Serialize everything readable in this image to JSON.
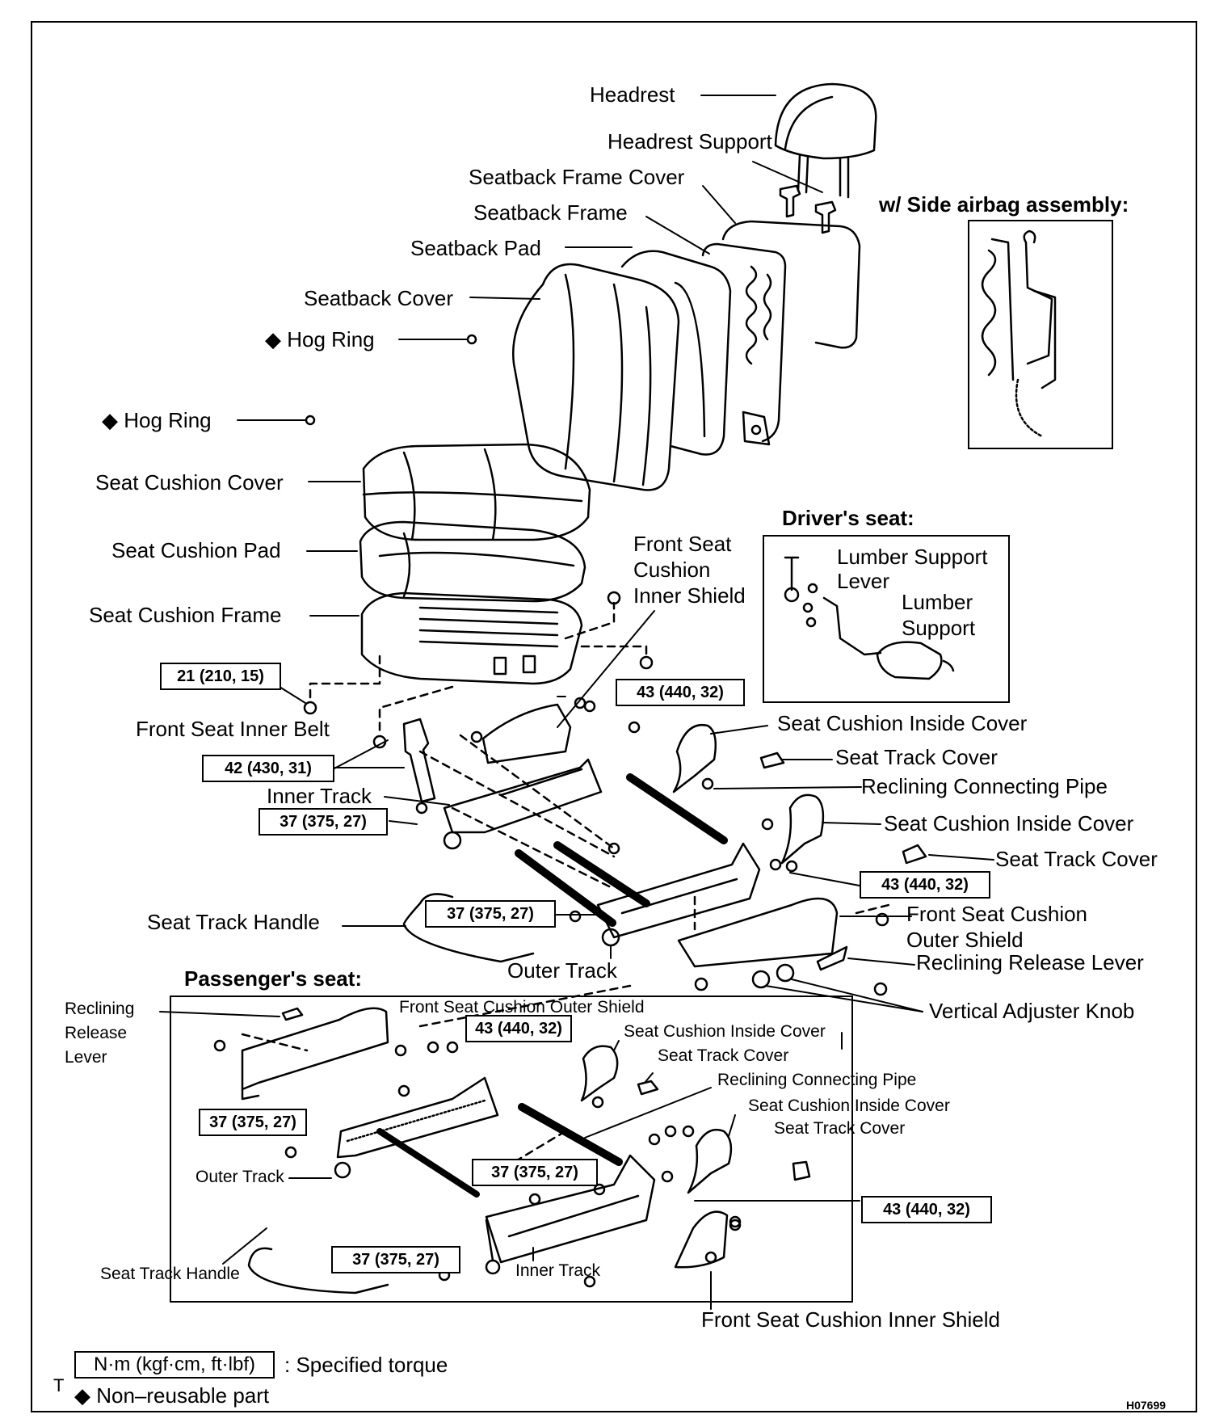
{
  "labels": {
    "headrest": "Headrest",
    "headrest_support": "Headrest Support",
    "seatback_frame_cover": "Seatback Frame Cover",
    "seatback_frame": "Seatback Frame",
    "seatback_pad": "Seatback Pad",
    "seatback_cover": "Seatback Cover",
    "hog_ring": "◆ Hog Ring",
    "seat_cushion_cover": "Seat Cushion Cover",
    "seat_cushion_pad": "Seat Cushion Pad",
    "seat_cushion_frame": "Seat Cushion Frame",
    "front_seat_cushion_inner_shield": [
      "Front Seat",
      "Cushion",
      "Inner Shield"
    ],
    "front_seat_inner_belt": "Front Seat Inner Belt",
    "inner_track": "Inner Track",
    "seat_cushion_inside_cover": "Seat Cushion Inside Cover",
    "seat_track_cover": "Seat Track Cover",
    "reclining_connecting_pipe": "Reclining Connecting Pipe",
    "seat_track_handle": "Seat Track Handle",
    "outer_track": "Outer Track",
    "front_seat_cushion_outer_shield": [
      "Front Seat Cushion",
      "Outer Shield"
    ],
    "reclining_release_lever": "Reclining Release Lever",
    "vertical_adjuster_knob": "Vertical Adjuster Knob",
    "front_seat_cushion_inner_shield_bottom": "Front Seat Cushion Inner Shield"
  },
  "side_airbag_title": "w/ Side airbag assembly:",
  "driver": {
    "title": "Driver's seat:",
    "lumber_support_lever": [
      "Lumber Support",
      "Lever"
    ],
    "lumber_support": [
      "Lumber",
      "Support"
    ]
  },
  "passenger": {
    "title": "Passenger's seat:",
    "reclining_release_lever": [
      "Reclining",
      "Release",
      "Lever"
    ],
    "front_seat_cushion_outer_shield": "Front Seat Cushion Outer Shield",
    "seat_cushion_inside_cover": "Seat Cushion Inside Cover",
    "seat_track_cover": "Seat Track Cover",
    "reclining_connecting_pipe": "Reclining Connecting Pipe",
    "outer_track": "Outer Track",
    "seat_track_handle": "Seat Track Handle",
    "inner_track": "Inner Track"
  },
  "torque": {
    "t21": "21 (210, 15)",
    "t43": "43 (440, 32)",
    "t42": "42 (430, 31)",
    "t37": "37 (375, 27)"
  },
  "legend": {
    "unit": "N·m (kgf·cm, ft·lbf)",
    "unit_desc": ": Specified torque",
    "nonreusable": "◆ Non–reusable part",
    "t_mark": "T"
  },
  "figure_code": "H07699"
}
